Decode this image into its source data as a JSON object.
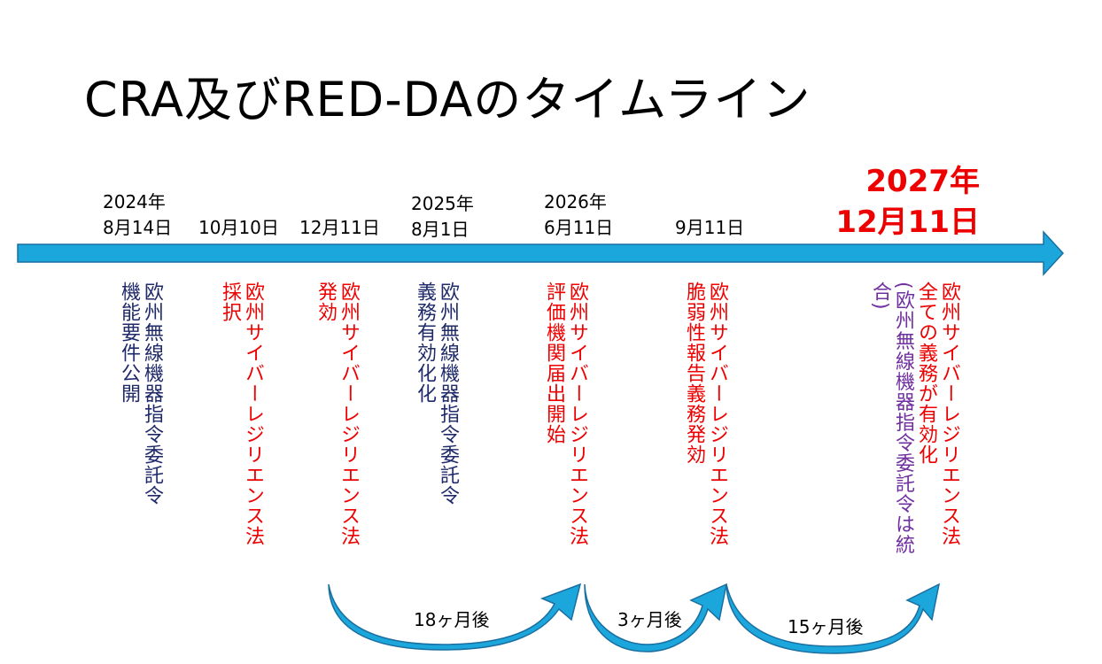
{
  "title": "CRA及びRED-DAのタイムライン",
  "colors": {
    "arrow": "#1ba6dc",
    "arrow_outline": "#1b6fa0",
    "red": "#ee0000",
    "navy": "#1f2a6b",
    "purple": "#7030a0"
  },
  "events": [
    {
      "date_year": "2024年",
      "date_day": "8月14日",
      "lines": [
        "欧州無線機器指令委託令",
        "機能要件公開"
      ],
      "color": "navy"
    },
    {
      "date_day": "10月10日",
      "lines": [
        "欧州サイバーレジリエンス法",
        "採択"
      ],
      "color": "red"
    },
    {
      "date_day": "12月11日",
      "lines": [
        "欧州サイバーレジリエンス法",
        "発効"
      ],
      "color": "red"
    },
    {
      "date_year": "2025年",
      "date_day": "8月1日",
      "lines": [
        "欧州無線機器指令委託令",
        "義務有効化化"
      ],
      "color": "navy"
    },
    {
      "date_year": "2026年",
      "date_day": "6月11日",
      "lines": [
        "欧州サイバーレジリエンス法",
        "評価機関届出開始"
      ],
      "color": "red"
    },
    {
      "date_day": "9月11日",
      "lines": [
        "欧州サイバーレジリエンス法",
        "脆弱性報告義務発効"
      ],
      "color": "red"
    },
    {
      "date_year": "2027年",
      "date_day": "12月11日",
      "lines": [
        "欧州サイバーレジリエンス法",
        "全ての義務が有効化",
        "(欧州無線機器指令委託令は統合)"
      ]
    }
  ],
  "gaps": [
    "18ヶ月後",
    "3ヶ月後",
    "15ヶ月後"
  ]
}
